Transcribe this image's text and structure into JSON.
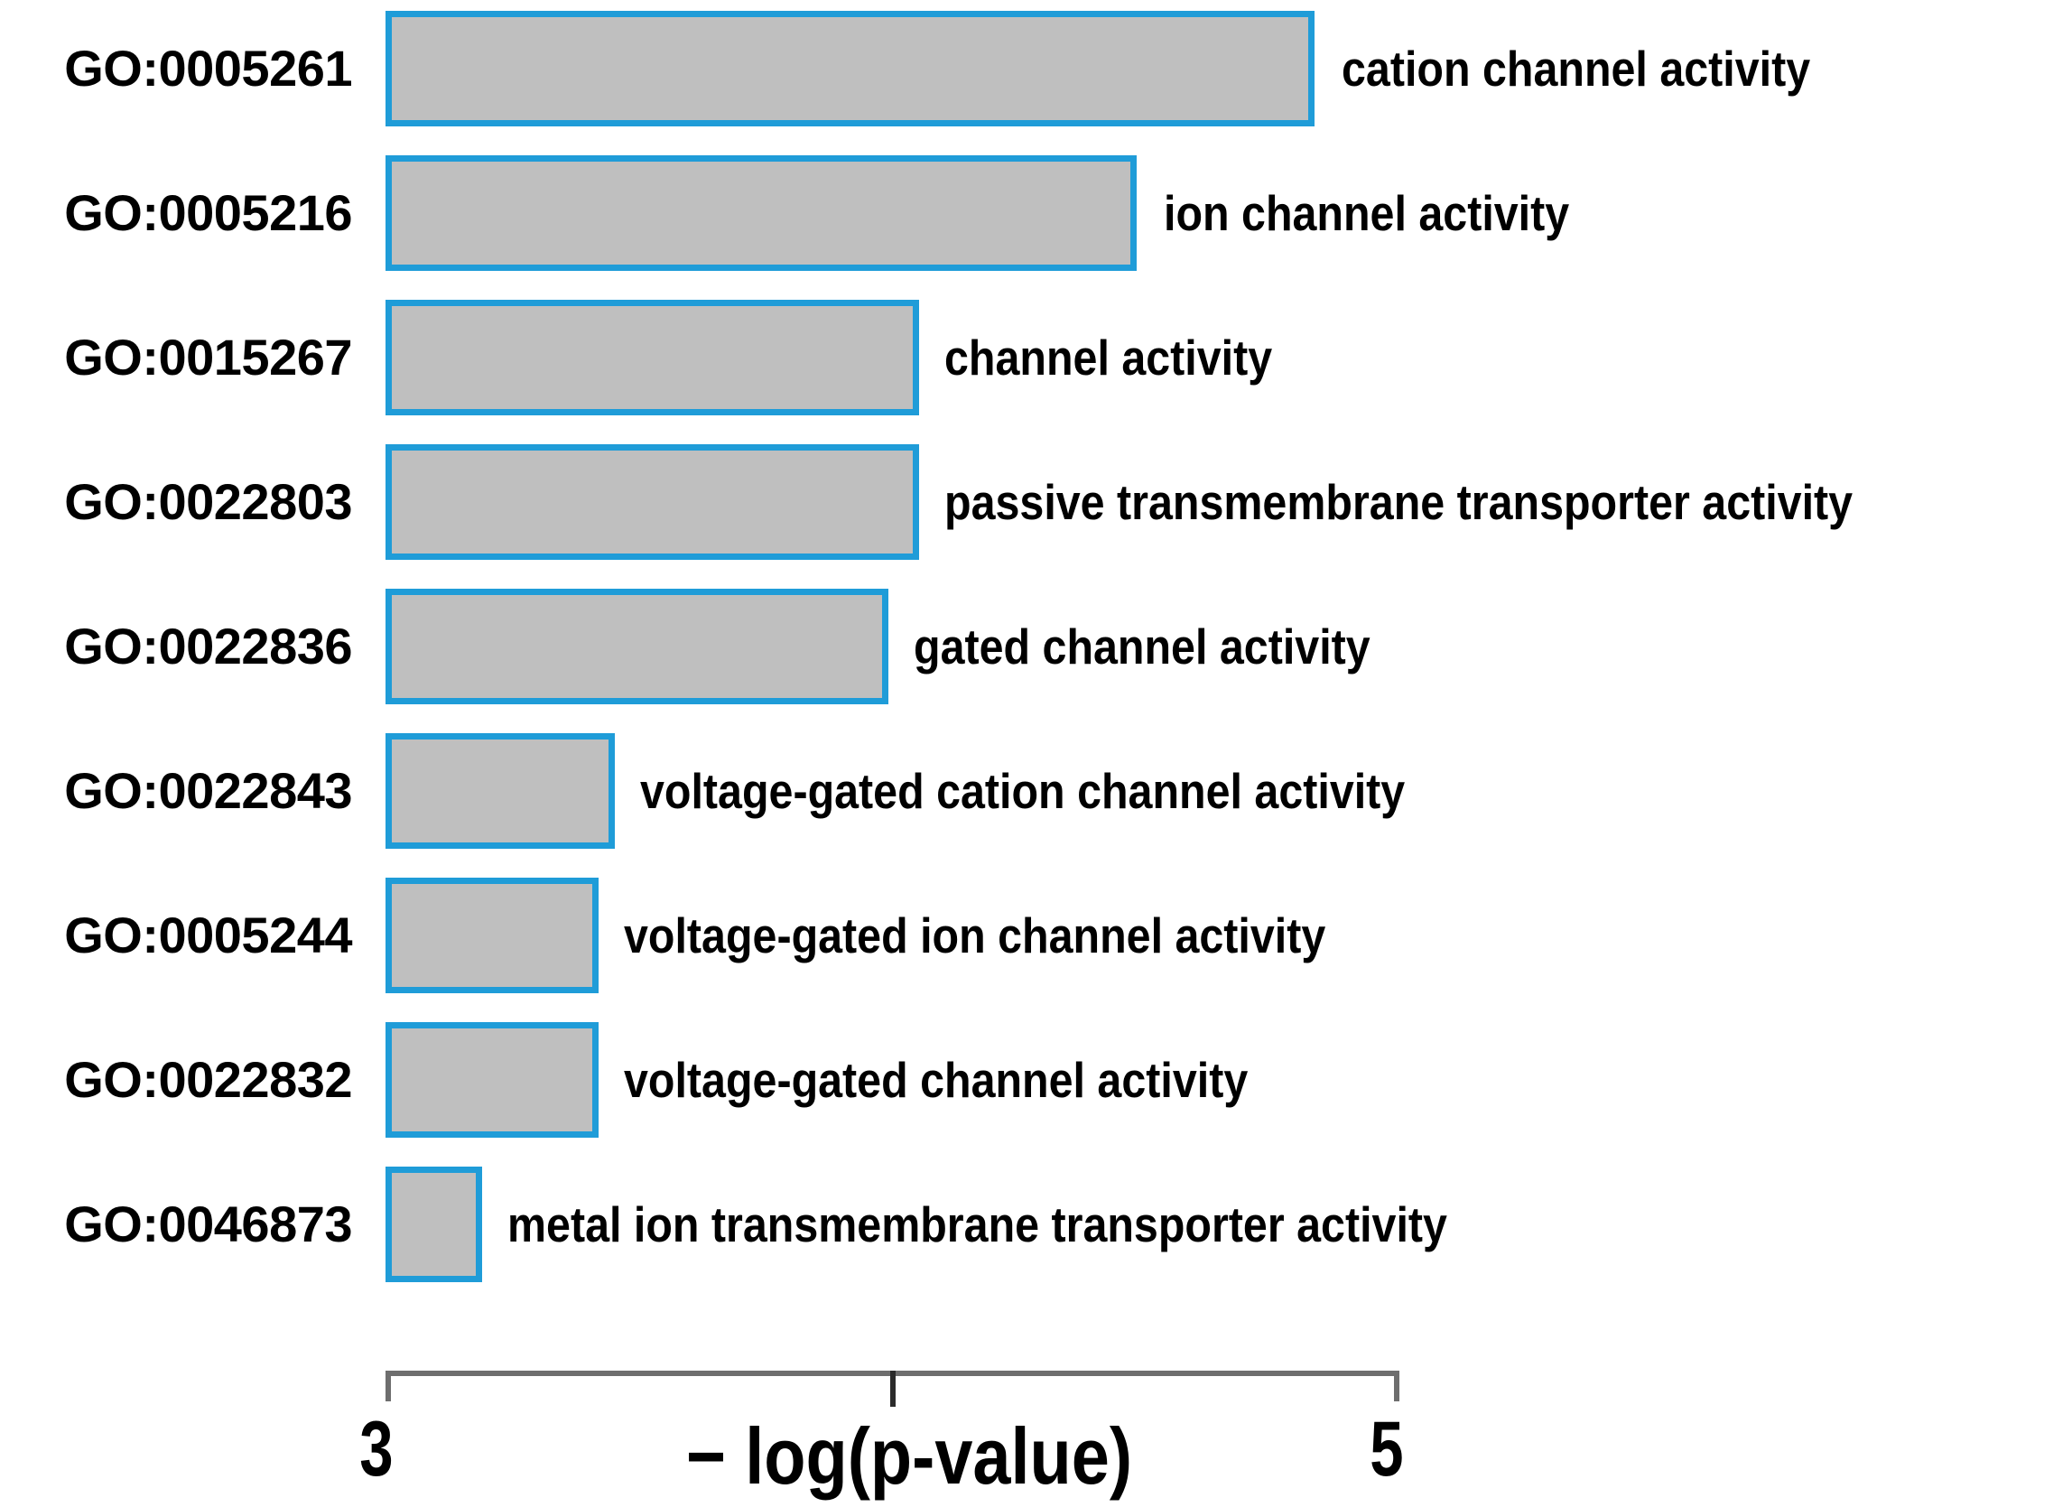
{
  "chart_data": {
    "type": "bar",
    "orientation": "horizontal",
    "title": "",
    "xlabel": "− log(p-value)",
    "ylabel": "",
    "xlim": [
      3,
      5
    ],
    "xticks": [
      3,
      5
    ],
    "xtick_labels": [
      "3",
      "5"
    ],
    "grid": false,
    "legend": null,
    "bar_fill_color": "#bfbfbf",
    "bar_border_color": "#1f9cd8",
    "axis_color": "#6e6e6e",
    "text_color": "#000000",
    "categories": [
      "GO:0005261",
      "GO:0005216",
      "GO:0015267",
      "GO:0022803",
      "GO:0022836",
      "GO:0022843",
      "GO:0005244",
      "GO:0022832",
      "GO:0046873"
    ],
    "annotations": [
      "cation channel activity",
      "ion channel activity",
      "channel activity",
      "passive transmembrane transporter activity",
      "gated channel activity",
      "voltage-gated cation channel activity",
      "voltage-gated ion channel activity",
      "voltage-gated channel activity",
      "metal ion transmembrane transporter activity"
    ],
    "values": [
      4.83,
      4.48,
      4.05,
      4.05,
      3.99,
      3.45,
      3.42,
      3.42,
      3.19
    ]
  },
  "bars": [
    {
      "go_id": "GO:0005261",
      "term": "cation channel activity",
      "value": 4.83
    },
    {
      "go_id": "GO:0005216",
      "term": "ion channel activity",
      "value": 4.48
    },
    {
      "go_id": "GO:0015267",
      "term": "channel activity",
      "value": 4.05
    },
    {
      "go_id": "GO:0022803",
      "term": "passive transmembrane transporter activity",
      "value": 4.05
    },
    {
      "go_id": "GO:0022836",
      "term": "gated channel activity",
      "value": 3.99
    },
    {
      "go_id": "GO:0022843",
      "term": "voltage-gated cation channel activity",
      "value": 3.45
    },
    {
      "go_id": "GO:0005244",
      "term": "voltage-gated ion channel activity",
      "value": 3.42
    },
    {
      "go_id": "GO:0022832",
      "term": "voltage-gated channel activity",
      "value": 3.42
    },
    {
      "go_id": "GO:0046873",
      "term": "metal ion transmembrane transporter activity",
      "value": 3.19
    }
  ],
  "axis": {
    "title": "− log(p-value)",
    "tick_start": "3",
    "tick_end": "5"
  }
}
